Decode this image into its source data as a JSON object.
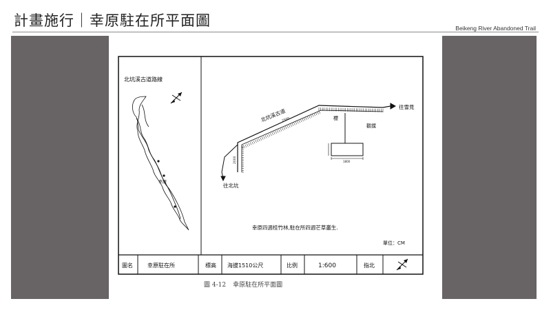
{
  "header": {
    "title": "計畫施行｜幸原駐在所平面圖",
    "subtitle": "Beikeng River Abandoned Trail"
  },
  "drawing": {
    "inset_title": "北坑溪古道路線",
    "inset_label": "幸原",
    "trail_label": "北坑溪古道",
    "to_lazhan": "往雪見",
    "to_beikeng": "往北坑",
    "watchtower": "觀撲",
    "flag": "櫻",
    "note": "幸原四週桂竹林,駐在所四週芒草叢生.",
    "unit": "單位：CM",
    "dim_long": "2500",
    "dim_vertical": "2000",
    "dim_building": "1800"
  },
  "title_block": {
    "name_label": "圖名",
    "name_value": "幸原駐在所",
    "elev_label": "標高",
    "elev_value": "海拔1510公尺",
    "scale_label": "比例",
    "scale_value": "1:600",
    "north_label": "指北"
  },
  "caption": {
    "number": "圖 4-12",
    "text": "幸原駐在所平面圖"
  }
}
